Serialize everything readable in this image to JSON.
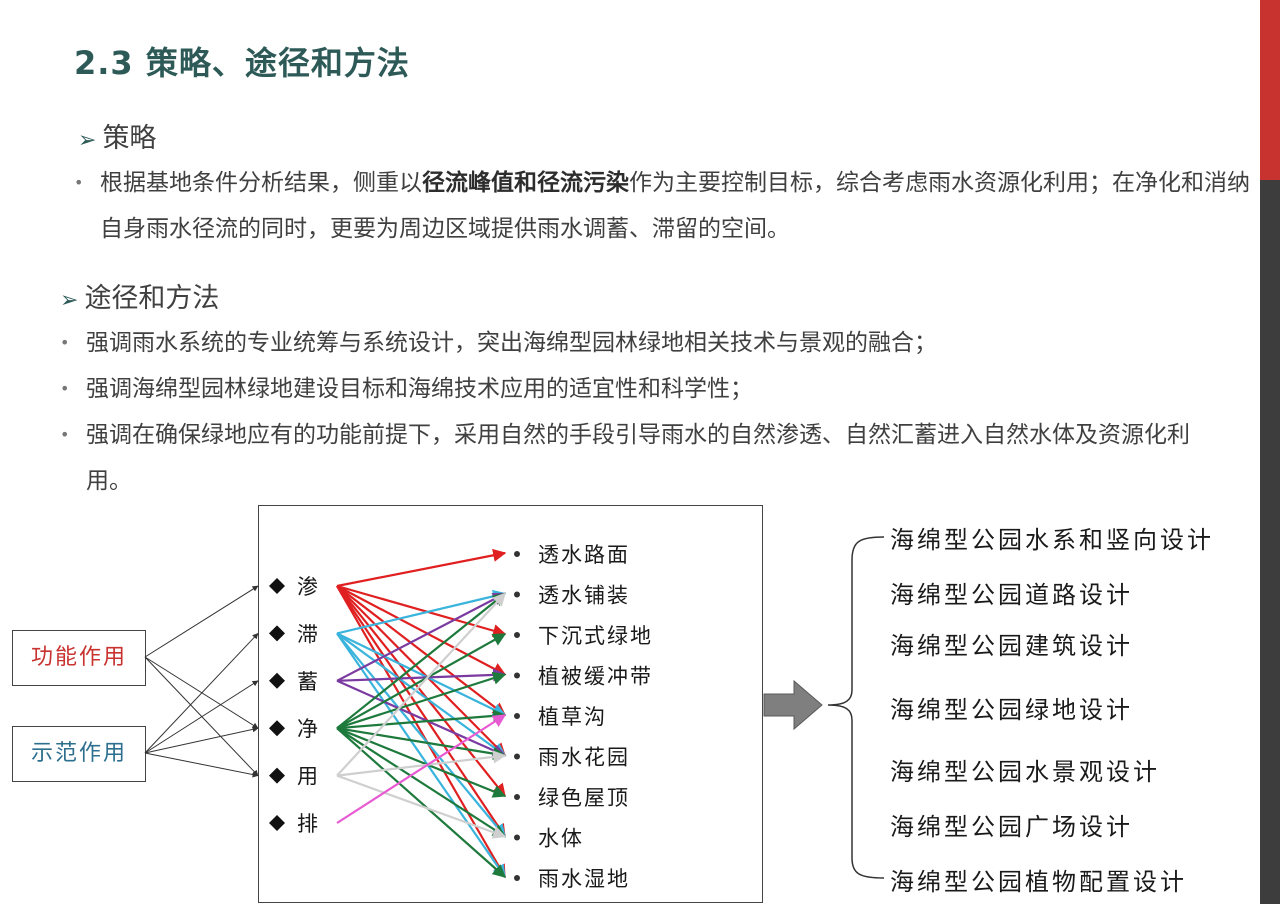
{
  "title": "2.3  策略、途径和方法",
  "strategy": {
    "heading": "策略",
    "bullet_before": "根据基地条件分析结果，侧重以",
    "bullet_emphasis": "径流峰值和径流污染",
    "bullet_after": "作为主要控制目标，综合考虑雨水资源化利用；在净化和消纳自身雨水径流的同时，更要为周边区域提供雨水调蓄、滞留的空间。"
  },
  "methods": {
    "heading": "途径和方法",
    "bullets": [
      "强调雨水系统的专业统筹与系统设计，突出海绵型园林绿地相关技术与景观的融合；",
      "强调海绵型园林绿地建设目标和海绵技术应用的适宜性和科学性；",
      "强调在确保绿地应有的功能前提下，采用自然的手段引导雨水的自然渗透、自然汇蓄进入自然水体及资源化利用。"
    ]
  },
  "diagram": {
    "functions": [
      "功能作用",
      "示范作用"
    ],
    "functions_colors": [
      "#c8322f",
      "#2d6f8f"
    ],
    "principles": [
      "渗",
      "滞",
      "蓄",
      "净",
      "用",
      "排"
    ],
    "measures": [
      "透水路面",
      "透水铺装",
      "下沉式绿地",
      "植被缓冲带",
      "植草沟",
      "雨水花园",
      "绿色屋顶",
      "水体",
      "雨水湿地"
    ],
    "designs": [
      "海绵型公园水系和竖向设计",
      "海绵型公园道路设计",
      "海绵型公园建筑设计",
      "海绵型公园绿地设计",
      "海绵型公园水景观设计",
      "海绵型公园广场设计",
      "海绵型公园植物配置设计"
    ],
    "principle_colors": [
      "#e02020",
      "#3ab4dc",
      "#7a3aa0",
      "#1e7a3c",
      "#cfcfcf",
      "#e85ad2"
    ],
    "function_links": [
      [
        0,
        0
      ],
      [
        0,
        3
      ],
      [
        0,
        4
      ],
      [
        1,
        1
      ],
      [
        1,
        2
      ],
      [
        1,
        3
      ],
      [
        1,
        4
      ]
    ],
    "principle_links": [
      [
        0,
        0
      ],
      [
        0,
        2
      ],
      [
        0,
        3
      ],
      [
        0,
        4
      ],
      [
        0,
        5
      ],
      [
        0,
        6
      ],
      [
        0,
        7
      ],
      [
        0,
        8
      ],
      [
        1,
        1
      ],
      [
        1,
        4
      ],
      [
        1,
        5
      ],
      [
        1,
        7
      ],
      [
        1,
        8
      ],
      [
        2,
        1
      ],
      [
        2,
        3
      ],
      [
        2,
        5
      ],
      [
        3,
        1
      ],
      [
        3,
        2
      ],
      [
        3,
        3
      ],
      [
        3,
        4
      ],
      [
        3,
        5
      ],
      [
        3,
        6
      ],
      [
        3,
        7
      ],
      [
        3,
        8
      ],
      [
        4,
        1
      ],
      [
        4,
        5
      ],
      [
        4,
        7
      ],
      [
        5,
        4
      ]
    ]
  }
}
